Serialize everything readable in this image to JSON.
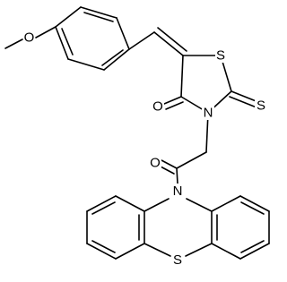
{
  "molecule": {
    "atoms": {
      "methoxy_c": "",
      "methoxy_o": "O",
      "ring_s": "S",
      "thione_s": "S",
      "carbonyl_o_ring": "O",
      "ring_n": "N",
      "amide_o": "O",
      "phenothiazine_n": "N",
      "phenothiazine_s": "S"
    }
  },
  "colors": {
    "bond": "#000000",
    "background": "#ffffff"
  }
}
